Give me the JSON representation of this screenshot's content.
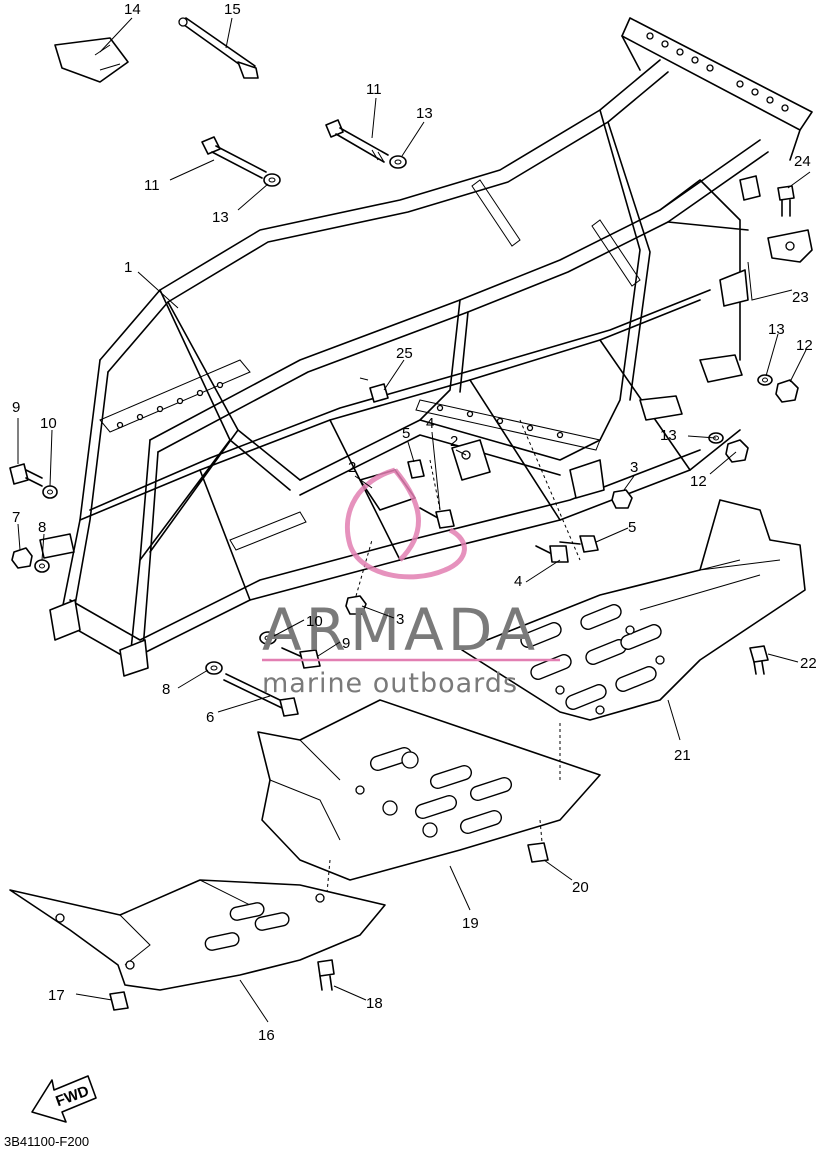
{
  "diagram_code": "3B41100-F200",
  "fwd_label": "FWD",
  "watermark": {
    "brand": "ARMADA",
    "tagline": "marine outboards"
  },
  "callouts": [
    {
      "id": "c14a",
      "label": "14"
    },
    {
      "id": "c15a",
      "label": "15"
    },
    {
      "id": "c11a",
      "label": "11"
    },
    {
      "id": "c13a",
      "label": "13"
    },
    {
      "id": "c11b",
      "label": "11"
    },
    {
      "id": "c13b",
      "label": "13"
    },
    {
      "id": "c24a",
      "label": "24"
    },
    {
      "id": "c1a",
      "label": "1"
    },
    {
      "id": "c23a",
      "label": "23"
    },
    {
      "id": "c13c",
      "label": "13"
    },
    {
      "id": "c12a",
      "label": "12"
    },
    {
      "id": "c25a",
      "label": "25"
    },
    {
      "id": "c9a",
      "label": "9"
    },
    {
      "id": "c10a",
      "label": "10"
    },
    {
      "id": "c5a",
      "label": "5"
    },
    {
      "id": "c4a",
      "label": "4"
    },
    {
      "id": "c2a",
      "label": "2"
    },
    {
      "id": "c2b",
      "label": "2"
    },
    {
      "id": "c13d",
      "label": "13"
    },
    {
      "id": "c3a",
      "label": "3"
    },
    {
      "id": "c12b",
      "label": "12"
    },
    {
      "id": "c7a",
      "label": "7"
    },
    {
      "id": "c8a",
      "label": "8"
    },
    {
      "id": "c5b",
      "label": "5"
    },
    {
      "id": "c4b",
      "label": "4"
    },
    {
      "id": "c10b",
      "label": "10"
    },
    {
      "id": "c3b",
      "label": "3"
    },
    {
      "id": "c9b",
      "label": "9"
    },
    {
      "id": "c22a",
      "label": "22"
    },
    {
      "id": "c8b",
      "label": "8"
    },
    {
      "id": "c6a",
      "label": "6"
    },
    {
      "id": "c21a",
      "label": "21"
    },
    {
      "id": "c20a",
      "label": "20"
    },
    {
      "id": "c19a",
      "label": "19"
    },
    {
      "id": "c17a",
      "label": "17"
    },
    {
      "id": "c18a",
      "label": "18"
    },
    {
      "id": "c16a",
      "label": "16"
    }
  ]
}
